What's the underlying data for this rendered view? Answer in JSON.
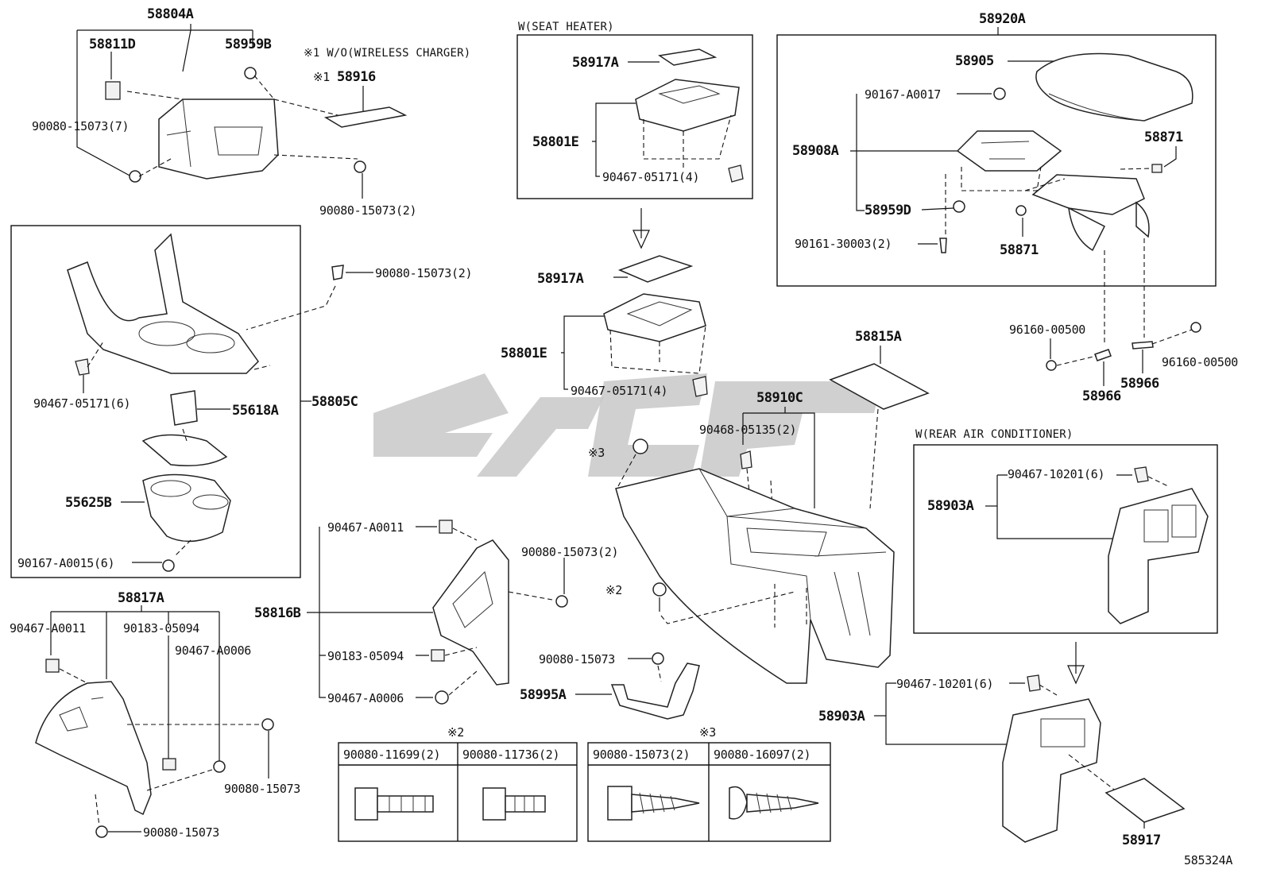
{
  "diagram": {
    "code": "585324A",
    "groups": {
      "seat_heater": "W(SEAT HEATER)",
      "rear_ac": "W(REAR AIR CONDITIONER)",
      "wireless": "※1 W/O(WIRELESS CHARGER)",
      "note1": "※1",
      "note2": "※2",
      "note3": "※3"
    },
    "labels": {
      "p58804A": "58804A",
      "p58811D": "58811D",
      "p58959B": "58959B",
      "p90080_15073_7": "90080-15073(7)",
      "p58916": "58916",
      "p90080_15073_2a": "90080-15073(2)",
      "p58917A_top": "58917A",
      "p58801E_top": "58801E",
      "p90467_05171_4a": "90467-05171(4)",
      "p58920A": "58920A",
      "p58905": "58905",
      "p90167_A0017": "90167-A0017",
      "p58908A": "58908A",
      "p58871a": "58871",
      "p58959D": "58959D",
      "p90161_30003": "90161-30003(2)",
      "p58871b": "58871",
      "p90080_15073_2b": "90080-15073(2)",
      "p58805C": "58805C",
      "p90467_05171_6": "90467-05171(6)",
      "p55618A": "55618A",
      "p55625B": "55625B",
      "p90167_A0015": "90167-A0015(6)",
      "p58917A_mid": "58917A",
      "p58801E_mid": "58801E",
      "p90467_05171_4b": "90467-05171(4)",
      "p58815A": "58815A",
      "p58910C": "58910C",
      "p90468_05135": "90468-05135(2)",
      "p96160_00500a": "96160-00500",
      "p58966a": "58966",
      "p96160_00500b": "96160-00500",
      "p58966b": "58966",
      "p90467_10201_a": "90467-10201(6)",
      "p58903A_a": "58903A",
      "p58817A": "58817A",
      "p90467_A0011_a": "90467-A0011",
      "p90183_05094_a": "90183-05094",
      "p90467_A0006_a": "90467-A0006",
      "p90080_15073_x": "90080-15073",
      "p90080_15073_y": "90080-15073",
      "p90467_A0011_b": "90467-A0011",
      "p90080_15073_2c": "90080-15073(2)",
      "p58816B": "58816B",
      "p90183_05094_b": "90183-05094",
      "p90467_A0006_b": "90467-A0006",
      "p90080_15073_z": "90080-15073",
      "p58995A": "58995A",
      "p90467_10201_b": "90467-10201(6)",
      "p58903A_b": "58903A",
      "p58917": "58917"
    },
    "tables": {
      "t2": [
        "90080-11699(2)",
        "90080-11736(2)"
      ],
      "t3": [
        "90080-15073(2)",
        "90080-16097(2)"
      ]
    }
  }
}
